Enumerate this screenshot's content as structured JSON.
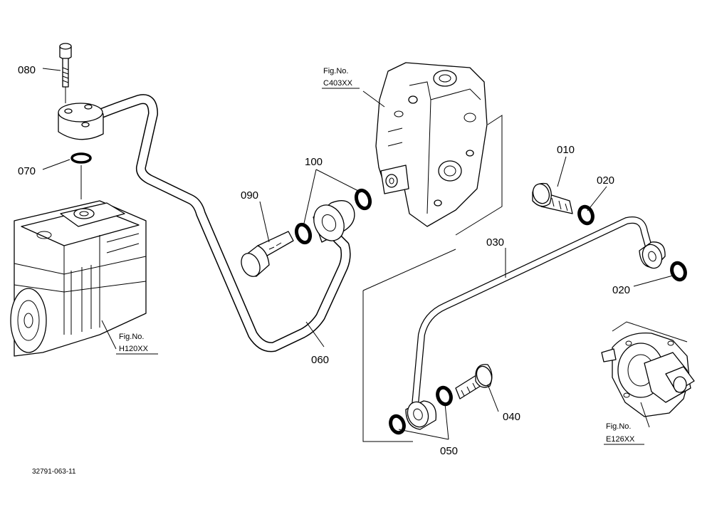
{
  "callouts": {
    "p010": "010",
    "p020a": "020",
    "p020b": "020",
    "p030": "030",
    "p040": "040",
    "p050": "050",
    "p060": "060",
    "p070": "070",
    "p080": "080",
    "p090": "090",
    "p100": "100"
  },
  "refs": {
    "c403_line1": "Fig.No.",
    "c403_line2": "C403XX",
    "h120_line1": "Fig.No.",
    "h120_line2": "H120XX",
    "e126_line1": "Fig.No.",
    "e126_line2": "E126XX"
  },
  "drawing_code": "32791-063-11"
}
